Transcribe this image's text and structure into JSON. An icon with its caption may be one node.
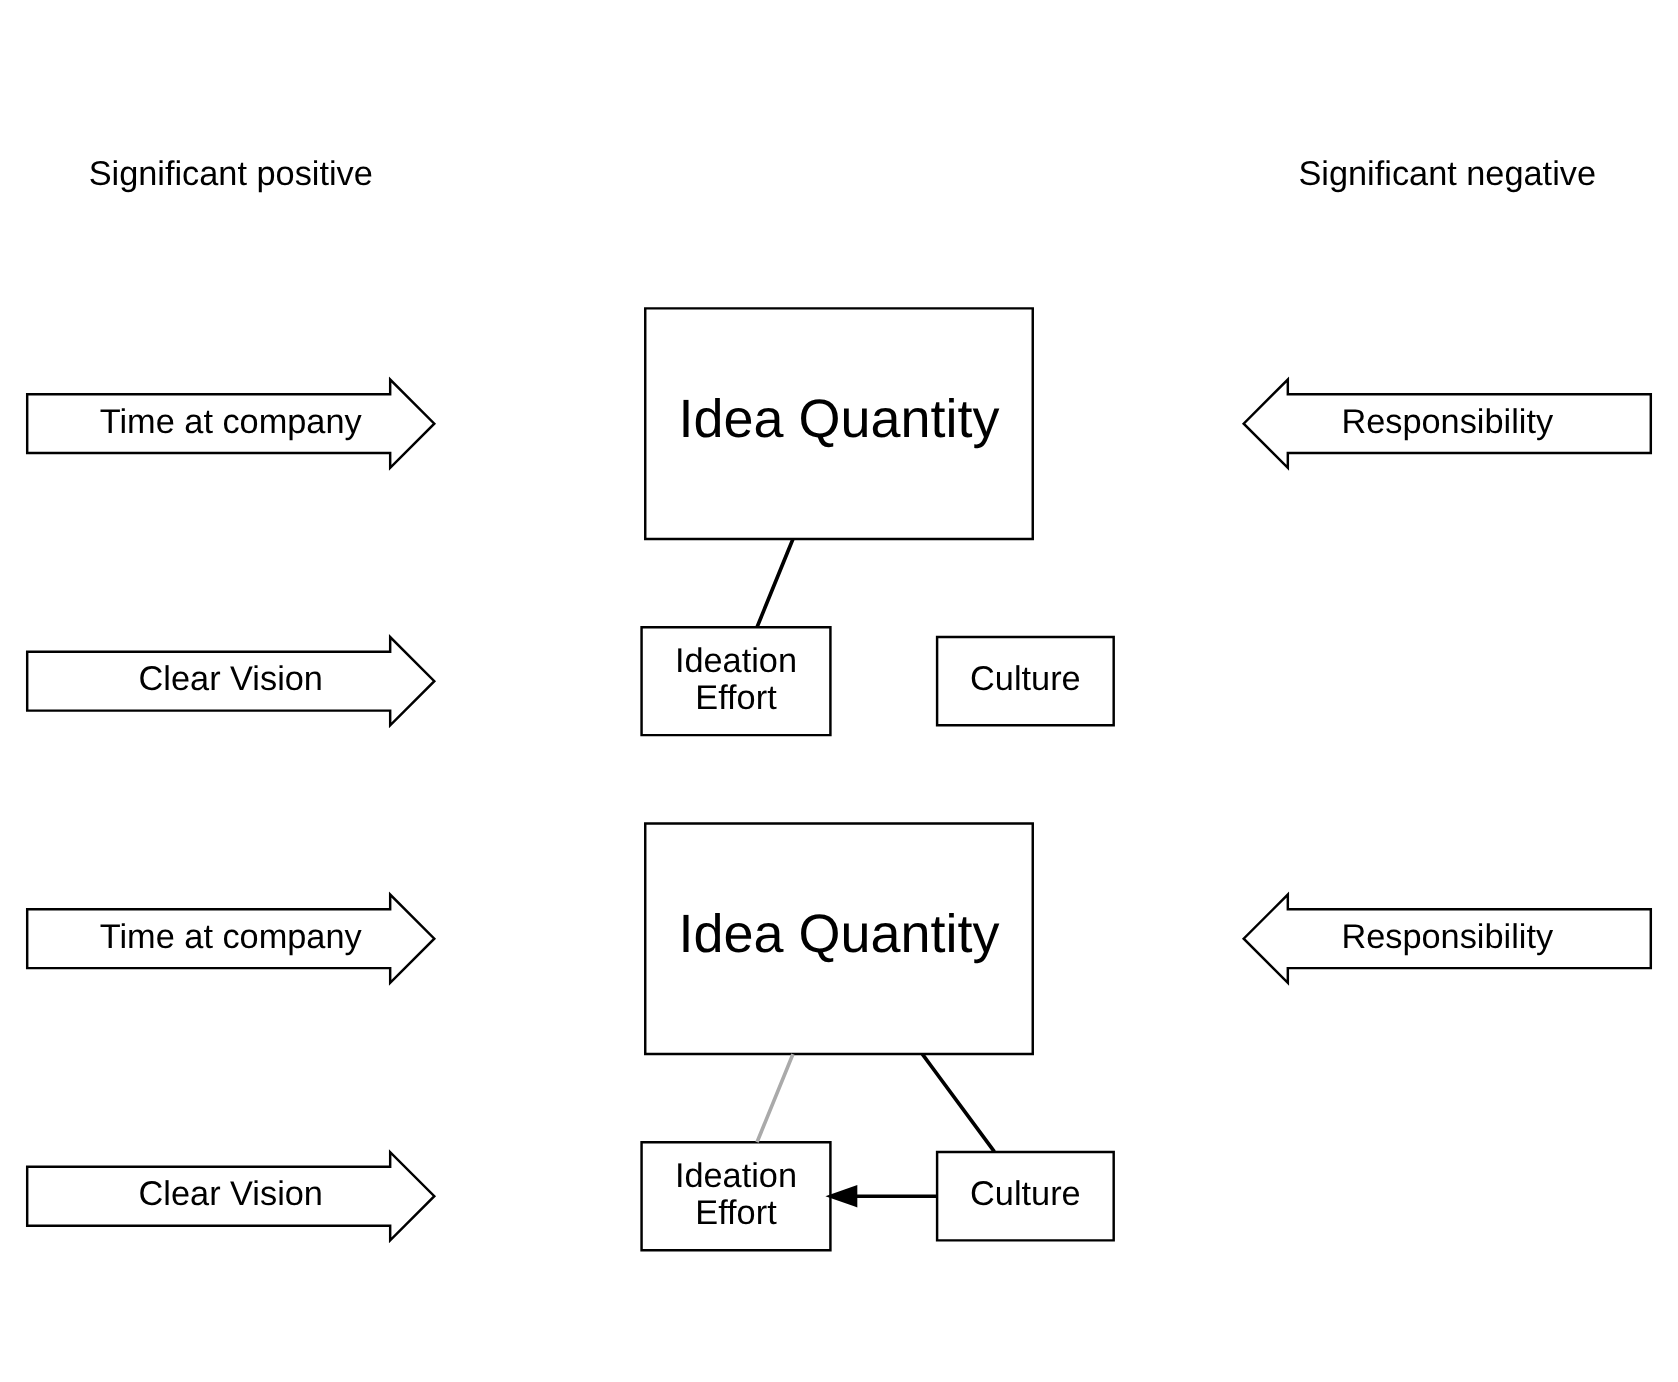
{
  "diagram": {
    "nodes": [
      {
        "text": [
          "Time at company"
        ]
      },
      {
        "text": [
          "Clear Vision"
        ]
      },
      {
        "text": [
          "Idea Quantity"
        ]
      },
      {
        "text": [
          "Responsibility"
        ]
      },
      {
        "text": [
          "Ideation Effort"
        ]
      },
      {
        "text": [
          "Culture"
        ]
      },
      {
        "text": [
          "Time at company"
        ]
      },
      {
        "text": [
          "Clear Vision"
        ]
      },
      {
        "text": [
          "Idea Quantity"
        ]
      },
      {
        "text": [
          "Responsibility"
        ]
      },
      {
        "text": [
          "Ideation Effort"
        ]
      },
      {
        "text": [
          "Culture"
        ]
      }
    ],
    "edges": [
      {
        "from": 2,
        "to": 4,
        "arrow": "none"
      },
      {
        "from": 8,
        "to": 10,
        "arrow": "none",
        "color": "#aaaaaa"
      },
      {
        "from": 8,
        "to": 11,
        "arrow": "none"
      },
      {
        "from": 11,
        "to": 10,
        "arrow": "to"
      }
    ],
    "labels": [
      "Significant positive",
      "Significant negative"
    ]
  }
}
